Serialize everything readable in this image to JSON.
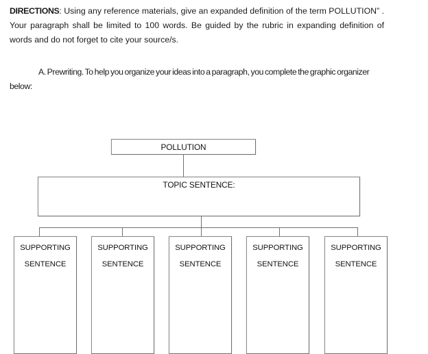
{
  "document": {
    "directions": {
      "label": "DIRECTIONS",
      "separator": ":",
      "body": "Using any reference materials, give an expanded definition of the term POLLUTION”  . Your paragraph shall be limited to 100 words. Be guided by the rubric in expanding definition of words and do not forget to cite your source/s."
    },
    "prewriting": {
      "text": "A. Prewriting. To help you organize your ideas into a paragraph, you complete the graphic organizer below:"
    }
  },
  "organizer": {
    "title_node": {
      "label": "POLLUTION"
    },
    "topic_node": {
      "label": "TOPIC SENTENCE:"
    },
    "supporting_nodes": [
      {
        "line1": "SUPPORTING",
        "line2": "SENTENCE"
      },
      {
        "line1": "SUPPORTING",
        "line2": "SENTENCE"
      },
      {
        "line1": "SUPPORTING",
        "line2": "SENTENCE"
      },
      {
        "line1": "SUPPORTING",
        "line2": "SENTENCE"
      },
      {
        "line1": "SUPPORTING",
        "line2": "SENTENCE"
      }
    ]
  },
  "style": {
    "line_color": "#6f6f6f",
    "text_color": "#1a1a1a",
    "page_background": "#ffffff"
  }
}
